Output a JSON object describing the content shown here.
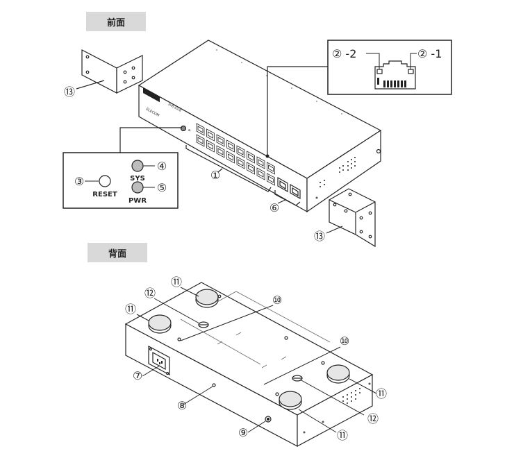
{
  "sections": {
    "front_label": "前面",
    "back_label": "背面"
  },
  "front": {
    "callouts": {
      "ports": "①",
      "port_led_2": "② -2",
      "port_led_1": "② -1",
      "reset_num": "③",
      "sys_num": "④",
      "pwr_num": "⑤",
      "sfp_num": "⑥",
      "bracket_left": "⑬",
      "bracket_right": "⑬"
    },
    "led_panel": {
      "reset_label": "RESET",
      "sys_label": "SYS",
      "pwr_label": "PWR"
    },
    "brand_text": "ELECOM",
    "model_text": "EHB-SG2B"
  },
  "back": {
    "callouts": {
      "power_inlet": "⑦",
      "vent": "⑧",
      "ground": "⑨",
      "mount_hole_top": "⑩",
      "mount_hole_bottom": "⑩",
      "foot_top_right": "⑪",
      "foot_top_left": "⑪",
      "foot_right": "⑪",
      "foot_bottom": "⑪",
      "slot_top": "⑫",
      "slot_bottom": "⑫"
    }
  },
  "colors": {
    "line": "#222222",
    "led_gray": "#bdbdbd",
    "tag_bg": "#d9d9d9"
  }
}
